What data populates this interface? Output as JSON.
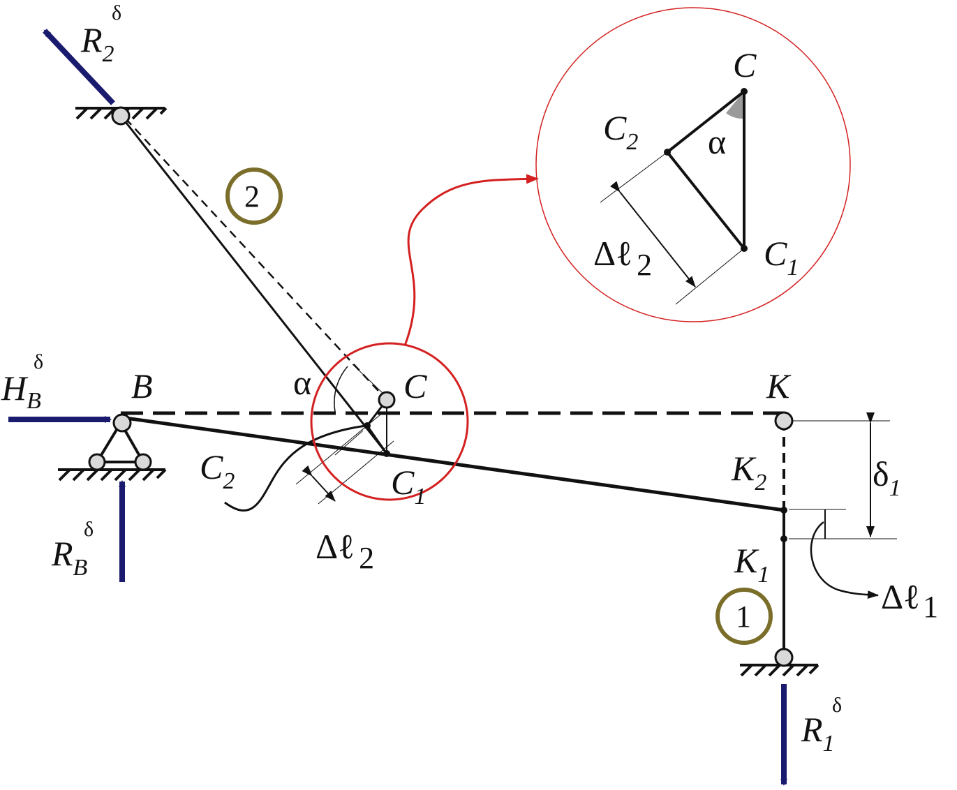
{
  "colors": {
    "line": "#111111",
    "force_arrow": "#1a1a6e",
    "detail_highlight": "#d42020",
    "bar_number_ring": "#7a6e2a",
    "node_fill": "#d9d9d9",
    "angle_fill": "#9a9a9a"
  },
  "forces": {
    "R2": {
      "base": "R",
      "sub": "2",
      "sup": "δ"
    },
    "HB": {
      "base": "H",
      "sub": "B",
      "sup": "δ"
    },
    "RB": {
      "base": "R",
      "sub": "B",
      "sup": "δ"
    },
    "R1": {
      "base": "R",
      "sub": "1",
      "sup": "δ"
    }
  },
  "points": {
    "B": "B",
    "C": "C",
    "K": "K",
    "C1": {
      "base": "C",
      "sub": "1"
    },
    "C2": {
      "base": "C",
      "sub": "2"
    },
    "K1": {
      "base": "K",
      "sub": "1"
    },
    "K2": {
      "base": "K",
      "sub": "2"
    }
  },
  "angle": "α",
  "bars": {
    "bar1": "1",
    "bar2": "2"
  },
  "dimensions": {
    "dl1": {
      "base": "Δℓ",
      "sub": "1"
    },
    "dl2": {
      "base": "Δℓ",
      "sub": "2"
    },
    "delta1": {
      "base": "δ",
      "sub": "1"
    }
  },
  "detail": {
    "C": "C",
    "C1": {
      "base": "C",
      "sub": "1"
    },
    "C2": {
      "base": "C",
      "sub": "2"
    },
    "angle": "α",
    "dl2": {
      "base": "Δℓ",
      "sub": "2"
    }
  }
}
